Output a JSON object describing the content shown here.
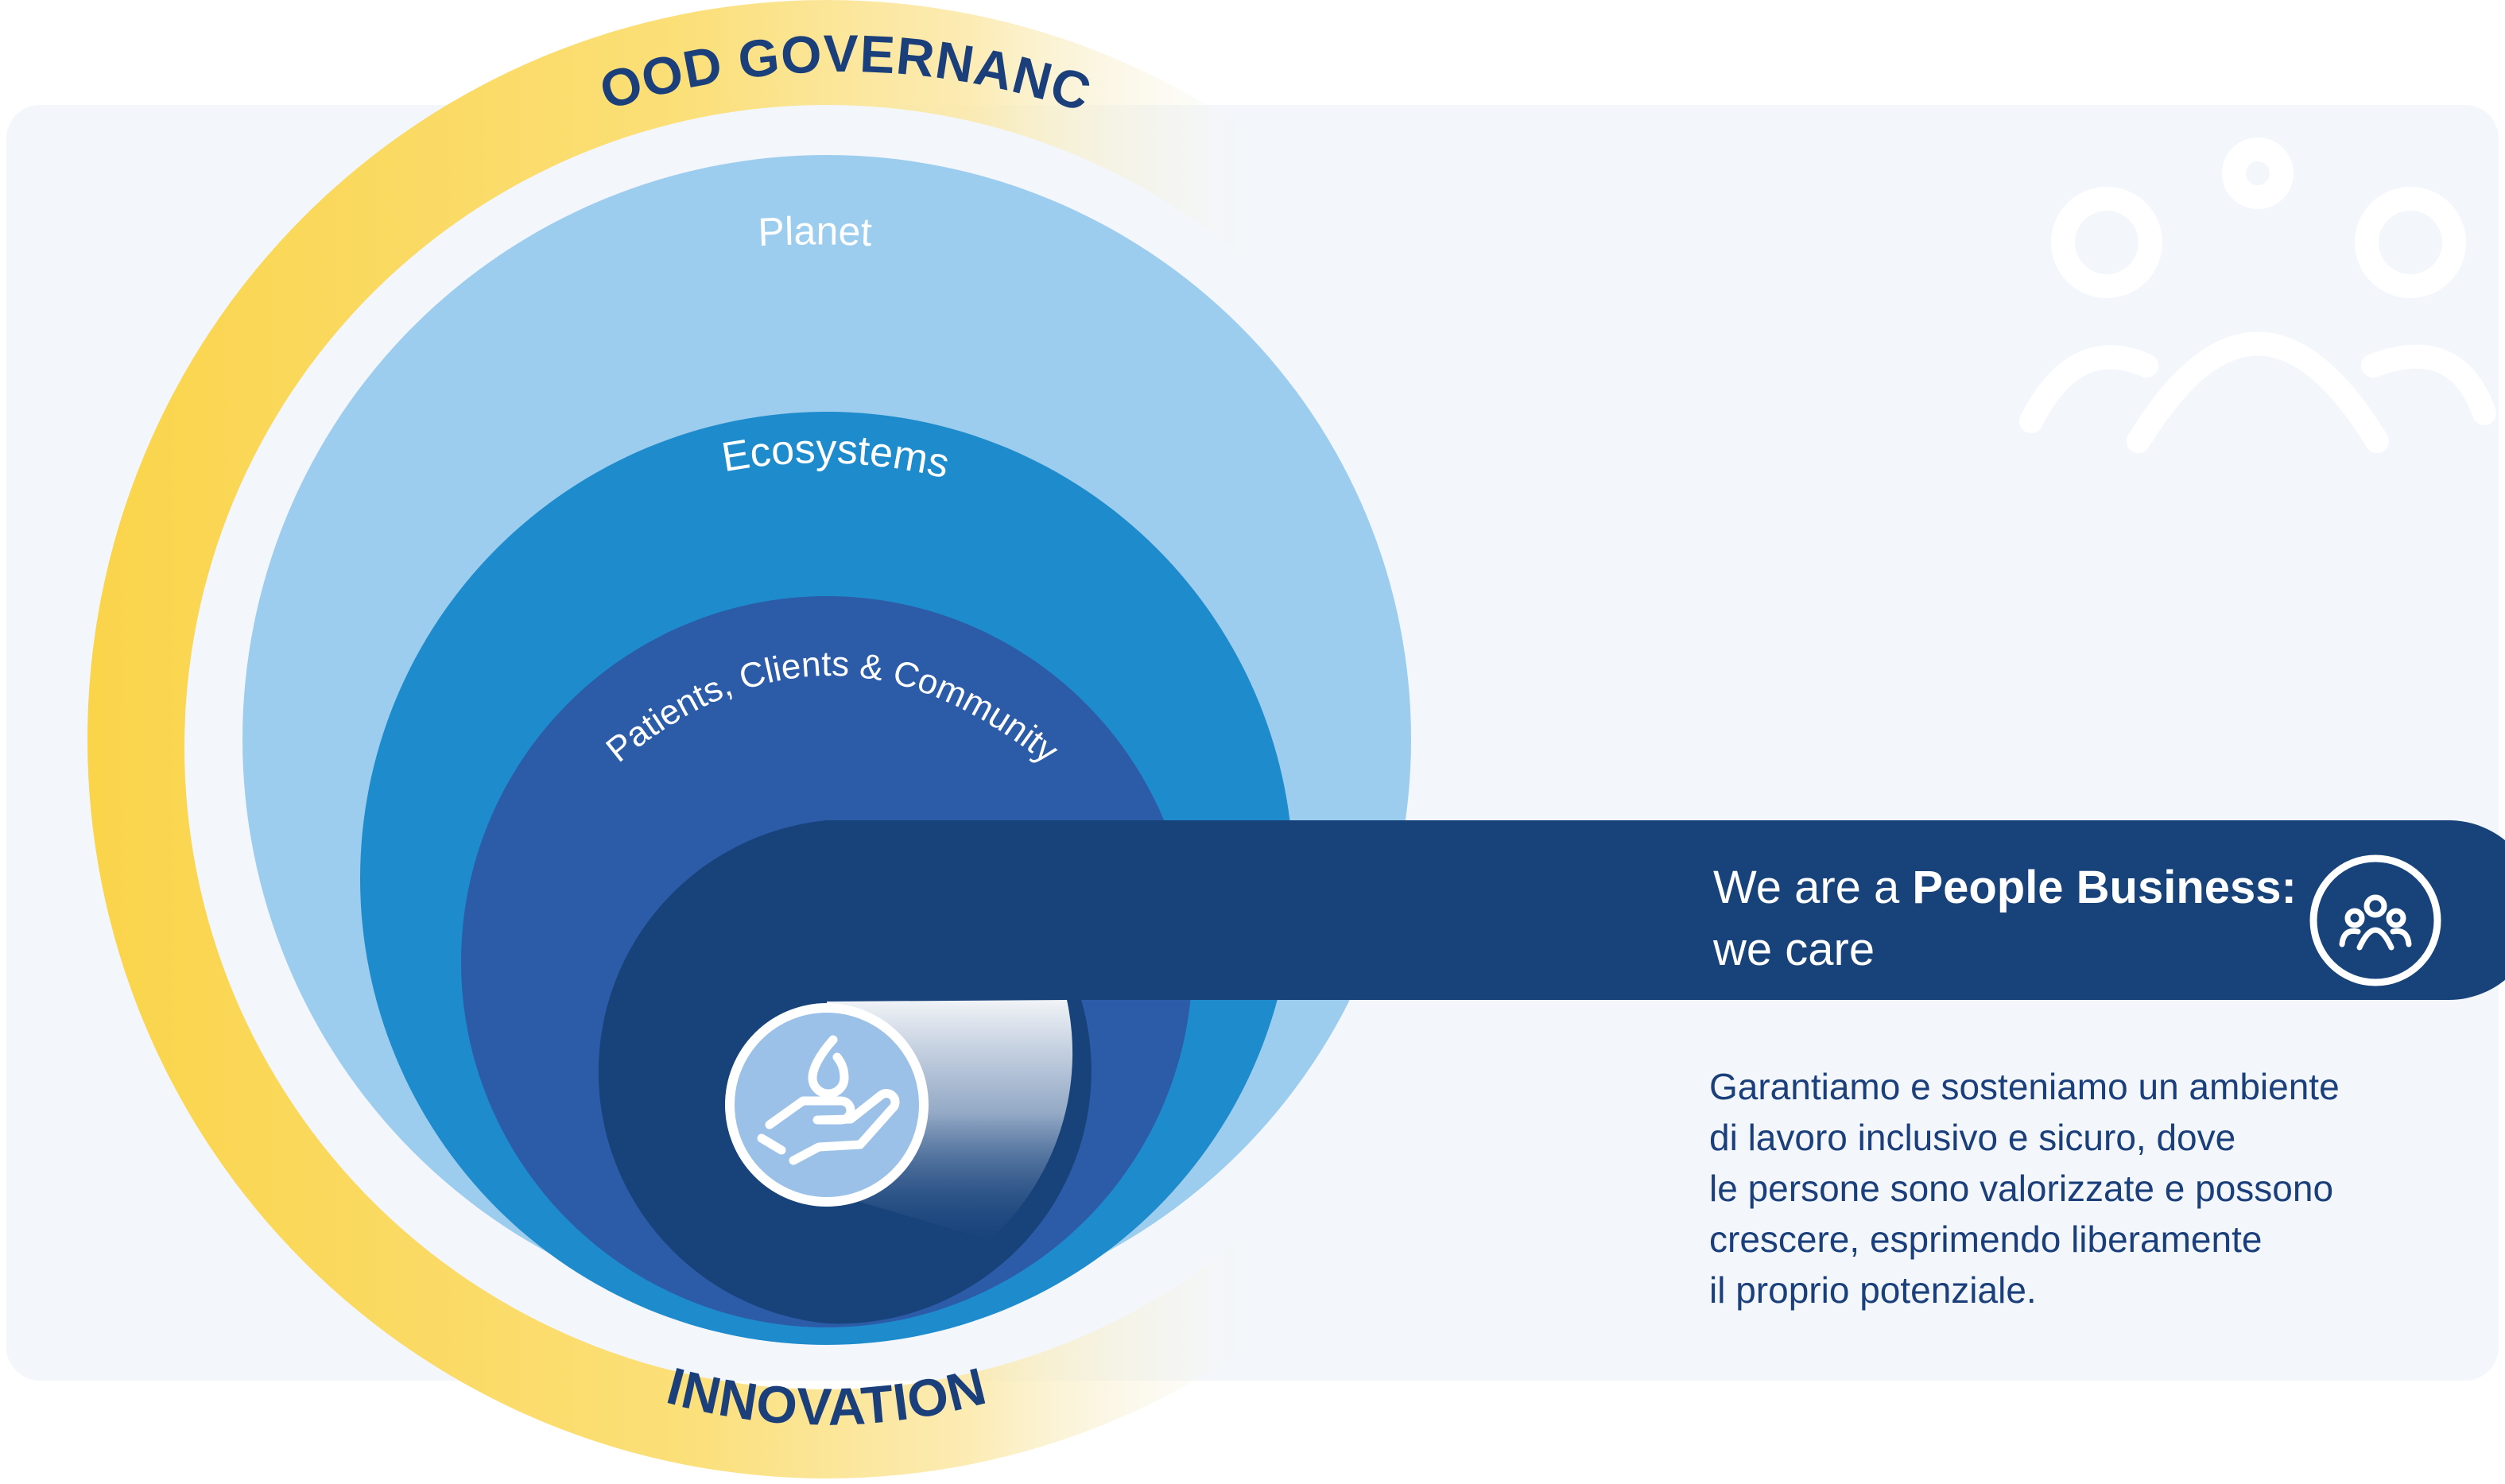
{
  "diagram": {
    "outer_ring": {
      "top_label": "GOOD GOVERNANCE",
      "bottom_label": "INNOVATION"
    },
    "circles": [
      {
        "label": "Planet",
        "color": "#9dcdee"
      },
      {
        "label": "Ecosystems",
        "color": "#1e8bcd"
      },
      {
        "label": "Patients, Clients & Community",
        "color": "#2c5ba8"
      },
      {
        "label": "",
        "color": "#17427a"
      }
    ],
    "center_icon": "hand-with-drop-icon",
    "colors": {
      "ring_yellow": "#fad44a",
      "panel_background": "#f3f7fc",
      "banner": "#17427a",
      "text_dark": "#1b3f7a"
    }
  },
  "banner": {
    "prefix": "We are a ",
    "bold": "People Business:",
    "line2": "we care",
    "icon": "people-group-icon"
  },
  "description": {
    "lines": [
      "Garantiamo e sosteniamo un ambiente",
      "di lavoro inclusivo e sicuro, dove",
      "le persone sono valorizzate e possono",
      "crescere, esprimendo liberamente",
      "il proprio potenziale."
    ]
  },
  "background_icon": "people-group-icon"
}
